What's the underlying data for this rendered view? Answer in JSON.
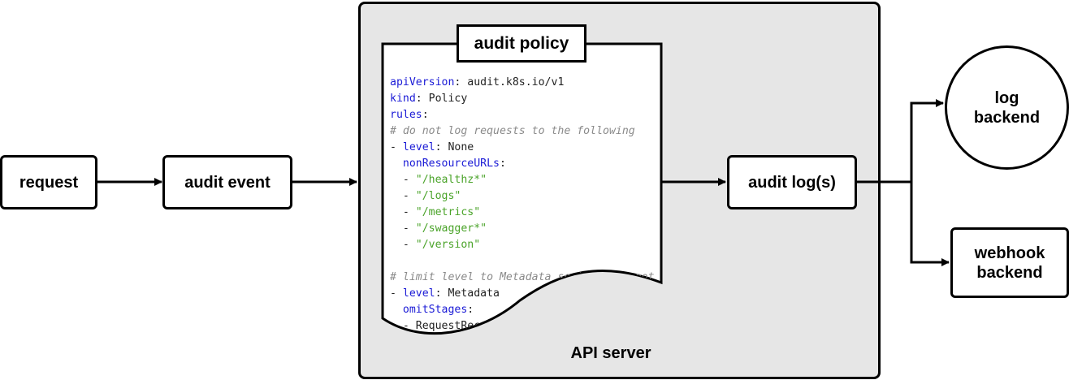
{
  "nodes": {
    "request": "request",
    "audit_event": "audit event",
    "audit_logs": "audit log(s)",
    "log_backend": [
      "log",
      "backend"
    ],
    "webhook_backend": [
      "webhook",
      "backend"
    ],
    "api_server": "API server",
    "audit_policy": "audit policy"
  },
  "policy_code": [
    [
      {
        "t": "apiVersion",
        "c": "k"
      },
      {
        "t": ": audit.k8s.io/v1"
      }
    ],
    [
      {
        "t": "kind",
        "c": "k"
      },
      {
        "t": ": Policy"
      }
    ],
    [
      {
        "t": "rules",
        "c": "k"
      },
      {
        "t": ":"
      }
    ],
    [
      {
        "t": "# do not log requests to the following",
        "c": "c"
      }
    ],
    [
      {
        "t": "- "
      },
      {
        "t": "level",
        "c": "k"
      },
      {
        "t": ": None"
      }
    ],
    [
      {
        "t": "  "
      },
      {
        "t": "nonResourceURLs",
        "c": "k"
      },
      {
        "t": ":"
      }
    ],
    [
      {
        "t": "  - "
      },
      {
        "t": "\"/healthz*\"",
        "c": "s"
      }
    ],
    [
      {
        "t": "  - "
      },
      {
        "t": "\"/logs\"",
        "c": "s"
      }
    ],
    [
      {
        "t": "  - "
      },
      {
        "t": "\"/metrics\"",
        "c": "s"
      }
    ],
    [
      {
        "t": "  - "
      },
      {
        "t": "\"/swagger*\"",
        "c": "s"
      }
    ],
    [
      {
        "t": "  - "
      },
      {
        "t": "\"/version\"",
        "c": "s"
      }
    ],
    [
      {
        "t": ""
      }
    ],
    [
      {
        "t": "# limit level to Metadata so token is not included in the spec/status",
        "c": "c"
      }
    ],
    [
      {
        "t": "- "
      },
      {
        "t": "level",
        "c": "k"
      },
      {
        "t": ": Metadata"
      }
    ],
    [
      {
        "t": "  "
      },
      {
        "t": "omitStages",
        "c": "k"
      },
      {
        "t": ":"
      }
    ],
    [
      {
        "t": "  - RequestReceived"
      }
    ]
  ]
}
